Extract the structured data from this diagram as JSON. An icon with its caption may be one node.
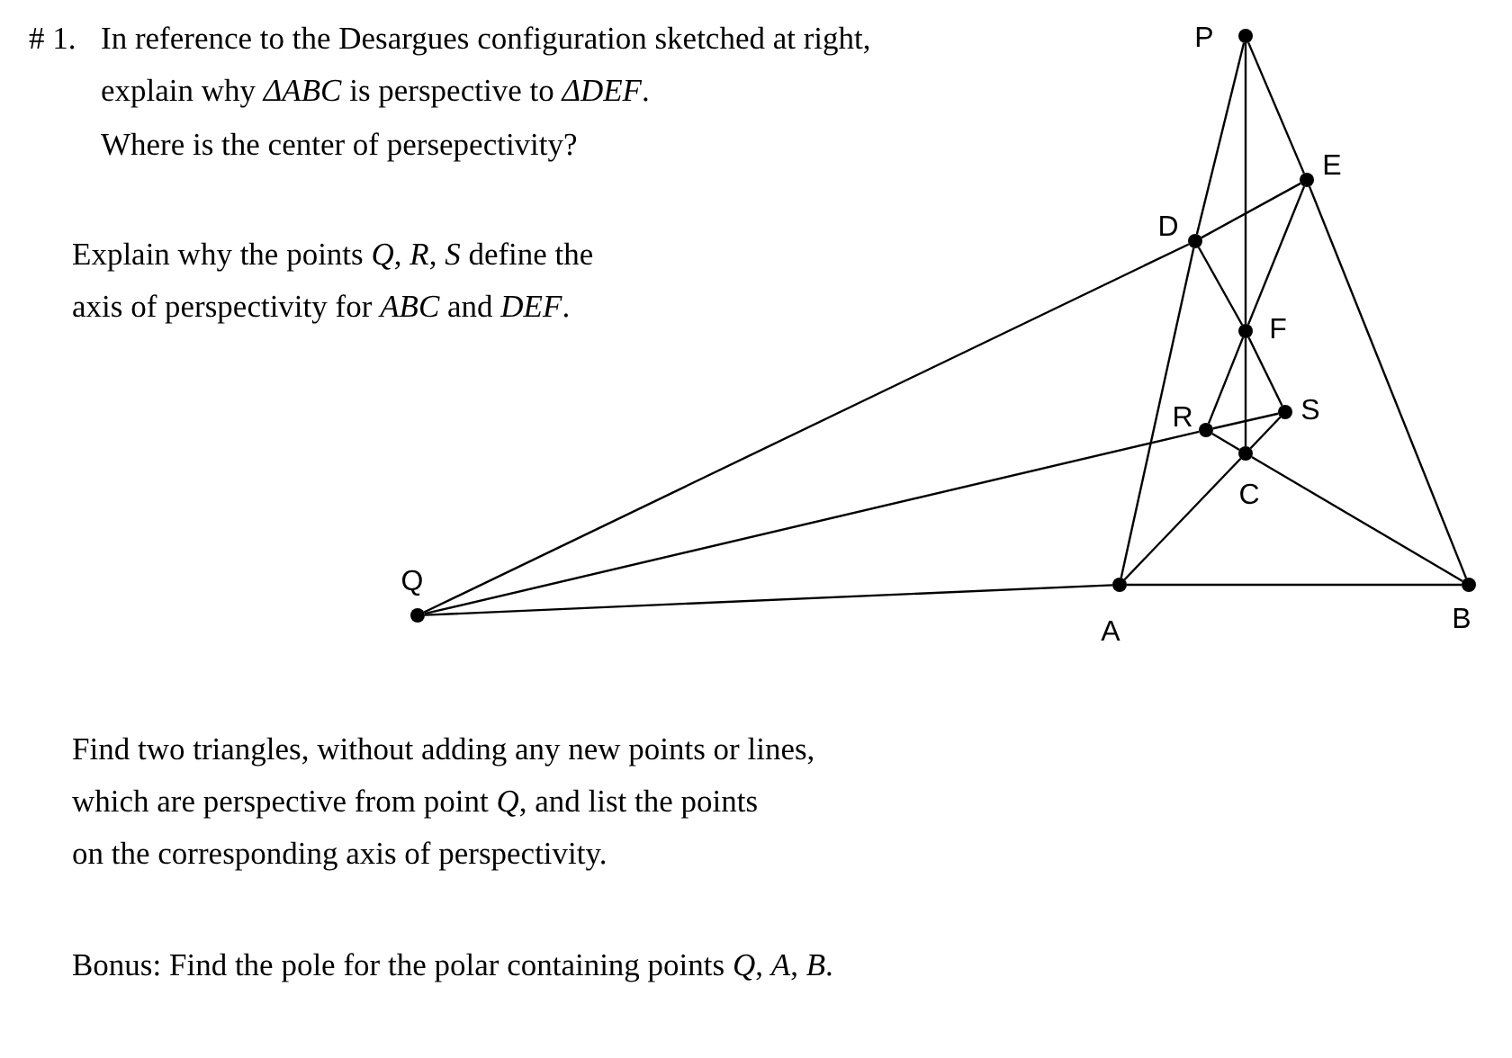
{
  "diagram": {
    "nodes": [
      {
        "text": [],
        "shape": "circle",
        "beside": [
          "P"
        ]
      },
      {
        "text": [],
        "shape": "circle",
        "beside": [
          "E"
        ]
      },
      {
        "text": [],
        "shape": "circle",
        "beside": [
          "D"
        ]
      },
      {
        "text": [],
        "shape": "circle",
        "beside": [
          "F"
        ]
      },
      {
        "text": [],
        "shape": "circle",
        "beside": [
          "S"
        ]
      },
      {
        "text": [],
        "shape": "circle",
        "beside": [
          "R"
        ]
      },
      {
        "text": [],
        "shape": "circle",
        "beside": [
          "C"
        ]
      },
      {
        "text": [],
        "shape": "circle",
        "beside": [
          "Q"
        ]
      },
      {
        "text": [],
        "shape": "circle",
        "beside": [
          "A"
        ]
      },
      {
        "text": [],
        "shape": "circle",
        "beside": [
          "B"
        ]
      }
    ],
    "edges": [
      {
        "from": 0,
        "to": 2,
        "arrow": "none"
      },
      {
        "from": 2,
        "to": 8,
        "arrow": "none"
      },
      {
        "from": 0,
        "to": 1,
        "arrow": "none"
      },
      {
        "from": 1,
        "to": 9,
        "arrow": "none"
      },
      {
        "from": 0,
        "to": 3,
        "arrow": "none"
      },
      {
        "from": 3,
        "to": 6,
        "arrow": "none"
      },
      {
        "from": 7,
        "to": 2,
        "arrow": "none"
      },
      {
        "from": 2,
        "to": 1,
        "arrow": "none"
      },
      {
        "from": 7,
        "to": 5,
        "arrow": "none"
      },
      {
        "from": 5,
        "to": 4,
        "arrow": "none"
      },
      {
        "from": 7,
        "to": 8,
        "arrow": "none"
      },
      {
        "from": 8,
        "to": 9,
        "arrow": "none"
      },
      {
        "from": 2,
        "to": 3,
        "arrow": "none"
      },
      {
        "from": 1,
        "to": 3,
        "arrow": "none"
      },
      {
        "from": 3,
        "to": 5,
        "arrow": "none"
      },
      {
        "from": 3,
        "to": 4,
        "arrow": "none"
      },
      {
        "from": 5,
        "to": 6,
        "arrow": "none"
      },
      {
        "from": 6,
        "to": 4,
        "arrow": "none"
      },
      {
        "from": 8,
        "to": 6,
        "arrow": "none"
      },
      {
        "from": 6,
        "to": 9,
        "arrow": "none"
      }
    ],
    "labels": [
      "# 1.",
      "In reference to the Desargues configuration sketched at right,",
      "explain why *ΔABC* is perspective to *ΔDEF*.",
      "Where is the center of persepectivity?",
      "Explain why the points *Q*, *R*, *S* define the",
      "axis of perspectivity for *ABC* and *DEF*.",
      "Find two triangles, without adding any new points or lines,",
      "which are perspective from point *Q*, and list the points",
      "on the corresponding axis of perspectivity.",
      "Bonus:  Find the pole for the polar containing points *Q*, *A*, *B*."
    ]
  }
}
